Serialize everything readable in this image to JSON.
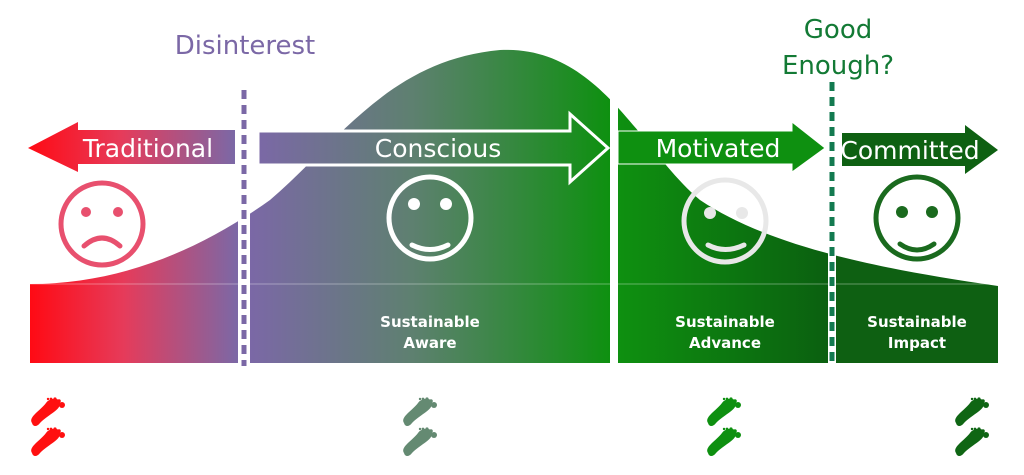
{
  "title": "Sustainability adoption curve",
  "markers": {
    "disinterest": {
      "label": "Disinterest",
      "color": "#7b68a6"
    },
    "good_enough": {
      "line1": "Good",
      "line2": "Enough?",
      "color": "#137a35"
    }
  },
  "stages": [
    {
      "arrow_label": "Traditional",
      "direction": "left",
      "face": "sad",
      "bottom_label_1": "",
      "bottom_label_2": "",
      "color_from": "#ff0a14",
      "color_to": "#7b68a6"
    },
    {
      "arrow_label": "Conscious",
      "direction": "right",
      "face": "happy",
      "bottom_label_1": "Sustainable",
      "bottom_label_2": "Aware",
      "color_from": "#7b68a6",
      "color_to": "#0e9010"
    },
    {
      "arrow_label": "Motivated",
      "direction": "right",
      "face": "happy",
      "bottom_label_1": "Sustainable",
      "bottom_label_2": "Advance",
      "color_from": "#0e9010",
      "color_to": "#0b6610"
    },
    {
      "arrow_label": "Committed",
      "direction": "right",
      "face": "happy",
      "bottom_label_1": "Sustainable",
      "bottom_label_2": "Impact",
      "color_from": "#0e6012",
      "color_to": "#0e6012"
    }
  ],
  "footsteps": [
    {
      "icon": "footprints-icon",
      "color": "#ff1010"
    },
    {
      "icon": "footprints-icon",
      "color": "#648a72"
    },
    {
      "icon": "footprints-icon",
      "color": "#0e9010"
    },
    {
      "icon": "footprints-icon",
      "color": "#0f6614"
    }
  ],
  "path_line_colors": [
    "#ff2030",
    "#7b68a6",
    "#2ec52e",
    "#0f6614"
  ]
}
